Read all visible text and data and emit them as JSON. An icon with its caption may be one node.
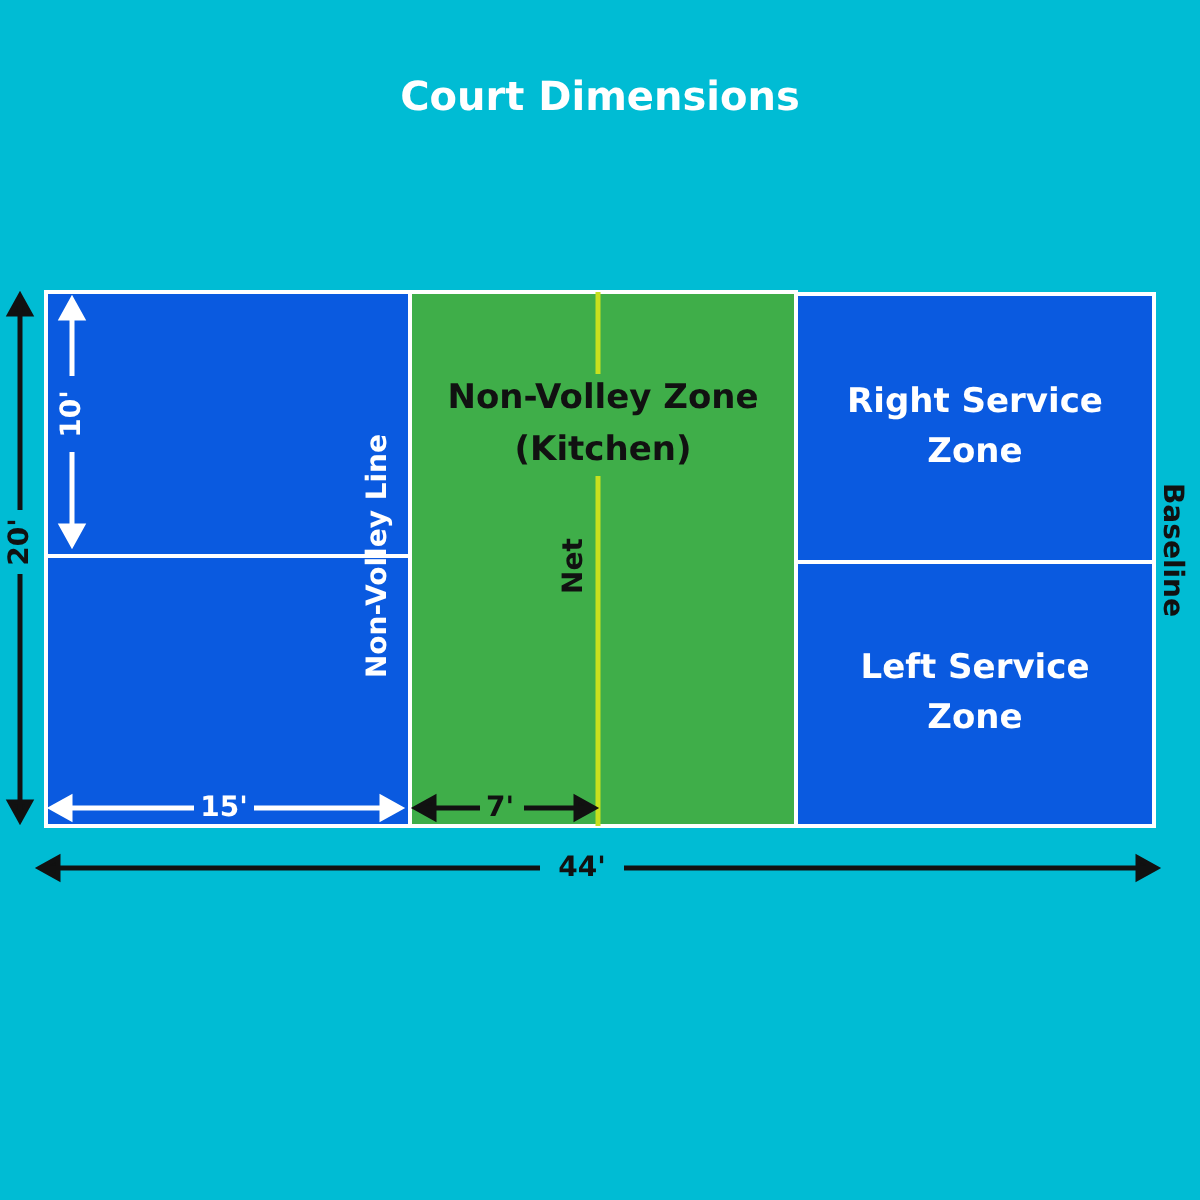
{
  "diagram": {
    "title": "Court Dimensions",
    "nodes": [
      {
        "text": [],
        "shape": "box"
      },
      {
        "text": [],
        "shape": "box"
      },
      {
        "text": [
          "Non-Volley Zone (Kitchen)"
        ]
      },
      {
        "text": [
          "Right Service Zone"
        ]
      },
      {
        "text": [
          "Left Service Zone"
        ]
      }
    ],
    "edges": [],
    "labels": [
      "10'",
      "20'",
      "Non-Volley Line",
      "Net",
      "Baseline",
      "15'",
      "7'",
      "44'"
    ]
  }
}
